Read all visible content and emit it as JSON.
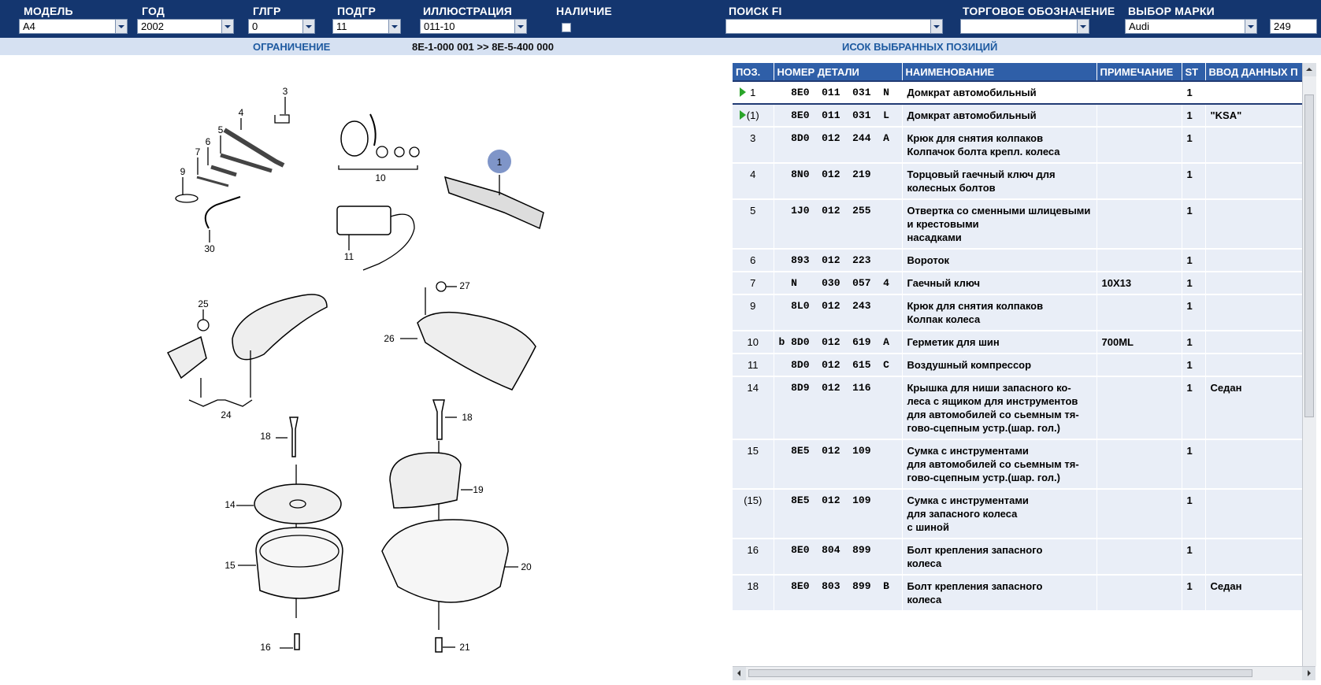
{
  "filters": {
    "model": {
      "label": "МОДЕЛЬ",
      "value": "A4"
    },
    "year": {
      "label": "ГОД",
      "value": "2002"
    },
    "main_group": {
      "label": "ГЛГР",
      "value": "0"
    },
    "sub_group": {
      "label": "ПОДГР",
      "value": "11"
    },
    "illustration": {
      "label": "ИЛЛЮСТРАЦИЯ",
      "value": "011-10"
    },
    "availability": {
      "label": "НАЛИЧИЕ"
    },
    "search_fi": {
      "label": "ПОИСК FI",
      "value": ""
    },
    "trade_name": {
      "label": "ТОРГОВОЕ ОБОЗНАЧЕНИЕ",
      "value": ""
    },
    "brand": {
      "label": "ВЫБОР МАРКИ",
      "value": "Audi"
    },
    "extra_value": "249"
  },
  "info": {
    "restriction_label": "ОГРАНИЧЕНИЕ",
    "restriction_value": "8E-1-000 001 >> 8E-5-400 000",
    "selected_list_label": "ИСОК ВЫБРАННЫХ ПОЗИЦИЙ"
  },
  "illustration": {
    "callouts": [
      "1",
      "3",
      "4",
      "5",
      "6",
      "7",
      "9",
      "10",
      "11",
      "30",
      "25",
      "27",
      "26",
      "24",
      "18",
      "18",
      "19",
      "14",
      "15",
      "20",
      "16",
      "21"
    ],
    "highlight_color": "#7f95c8"
  },
  "table": {
    "headers": [
      "ПОЗ.",
      "НОМЕР ДЕТАЛИ",
      "НАИМЕНОВАНИЕ",
      "ПРИМЕЧАНИЕ",
      "ST",
      "ВВОД ДАННЫХ П"
    ],
    "rows": [
      {
        "pos": "1",
        "marker": true,
        "selected": true,
        "part": "  8E0  011  031  N",
        "name": "Домкрат автомобильный",
        "note": "",
        "st": "1",
        "input": ""
      },
      {
        "pos": "(1)",
        "marker": true,
        "selected": false,
        "part": "  8E0  011  031  L",
        "name": "Домкрат автомобильный",
        "note": "",
        "st": "1",
        "input": "\"KSA\""
      },
      {
        "pos": "3",
        "marker": false,
        "selected": false,
        "part": "  8D0  012  244  A",
        "name": "Крюк для снятия колпаков\nКолпачок болта крепл. колеса",
        "note": "",
        "st": "1",
        "input": ""
      },
      {
        "pos": "4",
        "marker": false,
        "selected": false,
        "part": "  8N0  012  219",
        "name": "Торцовый гаечный ключ для\nколесных болтов",
        "note": "",
        "st": "1",
        "input": ""
      },
      {
        "pos": "5",
        "marker": false,
        "selected": false,
        "part": "  1J0  012  255",
        "name": "Отвертка со сменными шлицевыми\nи крестовыми\nнасадками",
        "note": "",
        "st": "1",
        "input": ""
      },
      {
        "pos": "6",
        "marker": false,
        "selected": false,
        "part": "  893  012  223",
        "name": "Вороток",
        "note": "",
        "st": "1",
        "input": ""
      },
      {
        "pos": "7",
        "marker": false,
        "selected": false,
        "part": "  N    030  057  4",
        "name": "Гаечный ключ",
        "note": "10X13",
        "st": "1",
        "input": ""
      },
      {
        "pos": "9",
        "marker": false,
        "selected": false,
        "part": "  8L0  012  243",
        "name": "Крюк для снятия колпаков\nКолпак колеса",
        "note": "",
        "st": "1",
        "input": ""
      },
      {
        "pos": "10",
        "marker": false,
        "selected": false,
        "part": "b 8D0  012  619  A",
        "name": "Герметик для шин",
        "note": "700ML",
        "st": "1",
        "input": ""
      },
      {
        "pos": "11",
        "marker": false,
        "selected": false,
        "part": "  8D0  012  615  C",
        "name": "Воздушный компрессор",
        "note": "",
        "st": "1",
        "input": ""
      },
      {
        "pos": "14",
        "marker": false,
        "selected": false,
        "part": "  8D9  012  116",
        "name": "Крышка для ниши запасного ко-\nлеса с ящиком для инструментов\nдля автомобилей со сьемным тя-\nгово-сцепным устр.(шар. гол.)",
        "note": "",
        "st": "1",
        "input": "Седан"
      },
      {
        "pos": "15",
        "marker": false,
        "selected": false,
        "part": "  8E5  012  109",
        "name": "Сумка с инструментами\nдля автомобилей со сьемным тя-\nгово-сцепным устр.(шар. гол.)",
        "note": "",
        "st": "1",
        "input": ""
      },
      {
        "pos": "(15)",
        "marker": false,
        "selected": false,
        "part": "  8E5  012  109",
        "name": "Сумка с инструментами\nдля запасного колеса\nс шиной",
        "note": "",
        "st": "1",
        "input": ""
      },
      {
        "pos": "16",
        "marker": false,
        "selected": false,
        "part": "  8E0  804  899",
        "name": "Болт крепления запасного\nколеса",
        "note": "",
        "st": "1",
        "input": ""
      },
      {
        "pos": "18",
        "marker": false,
        "selected": false,
        "part": "  8E0  803  899  B",
        "name": "Болт крепления запасного\nколеса",
        "note": "",
        "st": "1",
        "input": "Седан"
      }
    ]
  }
}
